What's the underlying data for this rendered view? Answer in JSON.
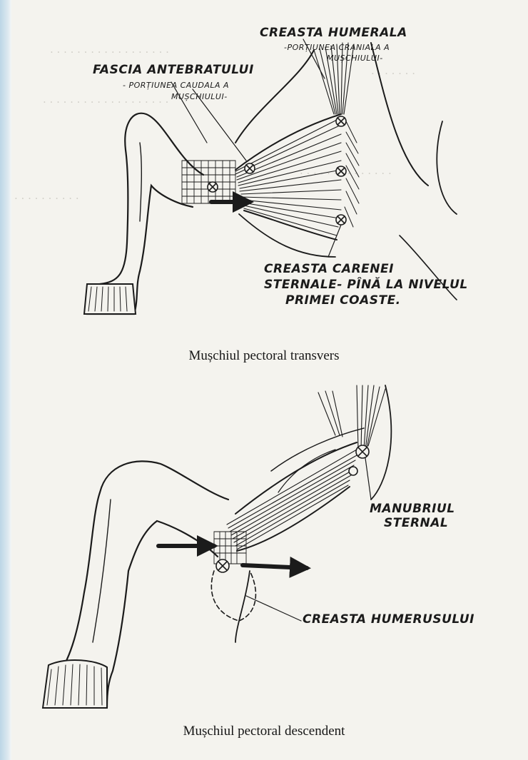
{
  "labels": {
    "creasta_humerala": "CREASTA HUMERALA",
    "portiunea_craniala_1": "-PORȚIUNEA CRANIALA A",
    "portiunea_craniala_2": "MUȘCHIULUI-",
    "fascia": "FASCIA ANTEBRATULUI",
    "portiunea_caudala_1": "- PORȚIUNEA CAUDALA A",
    "portiunea_caudala_2": "MUȘCHIULUI-",
    "creasta_carenei_1": "CREASTA CARENEI",
    "creasta_carenei_2": "STERNALE- PÎNĂ LA NIVELUL",
    "creasta_carenei_3": "PRIMEI COASTE.",
    "manubriul_1": "MANUBRIUL",
    "manubriul_2": "STERNAL",
    "creasta_humerusului": "CREASTA HUMERUSULUI"
  },
  "captions": {
    "top": "Mușchiul pectoral transvers",
    "bottom": "Mușchiul pectoral descendent"
  },
  "colors": {
    "ink": "#1b1b1b",
    "page": "#f4f3ee",
    "edge": "#bcd6e6"
  }
}
